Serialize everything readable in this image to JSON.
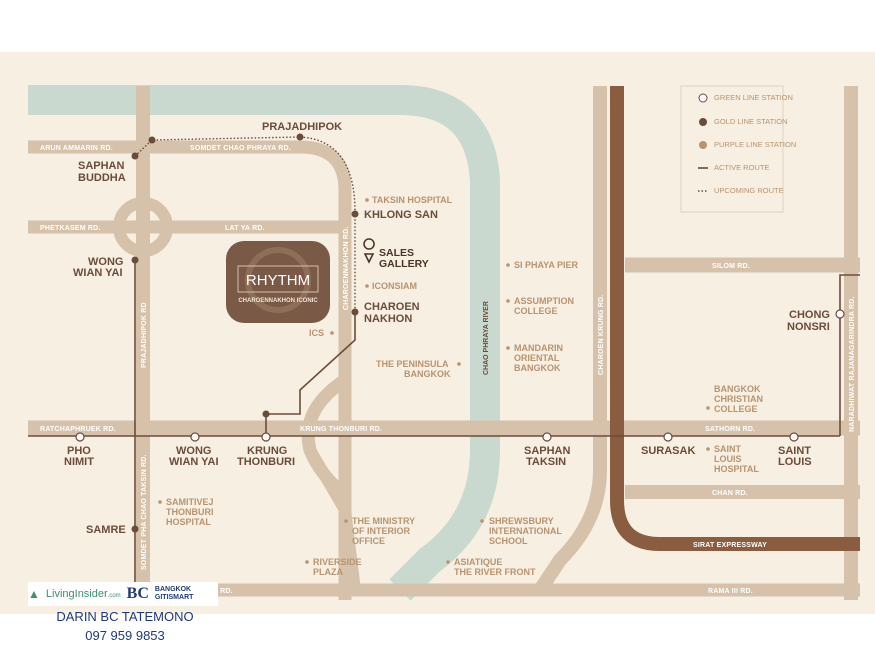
{
  "colors": {
    "background": "#f6efe2",
    "road": "#d6c2aa",
    "river": "#c9d9cf",
    "active_route": "#8a5c40",
    "gold_line": "#6b4c3a",
    "purple_line": "#b8936f",
    "project_badge": "#7a5a46",
    "footer_text": "#1f3a7a"
  },
  "project": {
    "name": "RHYTHM",
    "subtitle": "CHAROENNAKHON ICONIC"
  },
  "sales_gallery": "SALES\nGALLERY",
  "legend": [
    {
      "type": "green-station",
      "label": "GREEN LINE STATION"
    },
    {
      "type": "gold-station",
      "label": "GOLD LINE STATION"
    },
    {
      "type": "purple-station",
      "label": "PURPLE LINE STATION"
    },
    {
      "type": "active-route",
      "label": "ACTIVE ROUTE"
    },
    {
      "type": "upcoming-route",
      "label": "UPCOMING ROUTE"
    }
  ],
  "roads": [
    "ARUN AMMARIN RD.",
    "SOMDET CHAO PHRAYA RD.",
    "PHETKASEM RD.",
    "LAT YA RD.",
    "CHAROENNAKHON RD.",
    "PRAJADHIPOK RD",
    "RATCHAPHRUEK RD.",
    "KRUNG THONBURI RD.",
    "SATHORN RD.",
    "SILOM RD.",
    "CHAN RD.",
    "SIRAT EXPRESSWAY",
    "RAMA III RD.",
    "CHAROEN KRUNG RD.",
    "NARADHIWAT RAJANAGARINDRA RD.",
    "SOMDET PHA CHAO TAKSIN RD.",
    "RATCHADAPHISEK RD."
  ],
  "river": "CHAO PHRAYA RIVER",
  "stations": {
    "prajadhipok": "PRAJADHIPOK",
    "saphan_buddha": [
      "SAPHAN",
      "BUDDHA"
    ],
    "khlong_san": "KHLONG SAN",
    "wong_wian_yai": [
      "WONG",
      "WIAN YAI"
    ],
    "charoen_nakhon": [
      "CHAROEN",
      "NAKHON"
    ],
    "chong_nonsri": [
      "CHONG",
      "NONSRI"
    ],
    "pho_nimit": [
      "PHO",
      "NIMIT"
    ],
    "wong_wian_yai_2": [
      "WONG",
      "WIAN YAI"
    ],
    "krung_thonburi": [
      "KRUNG",
      "THONBURI"
    ],
    "saphan_taksin": [
      "SAPHAN",
      "TAKSIN"
    ],
    "surasak": "SURASAK",
    "saint_louis": [
      "SAINT",
      "LOUIS"
    ],
    "samre": "SAMRE"
  },
  "pois": {
    "taksin_hospital": "TAKSIN HOSPITAL",
    "iconsiam": "ICONSIAM",
    "ics": "ICS",
    "si_phaya_pier": "SI PHAYA PIER",
    "assumption": [
      "ASSUMPTION",
      "COLLEGE"
    ],
    "mandarin": [
      "MANDARIN",
      "ORIENTAL",
      "BANGKOK"
    ],
    "peninsula": [
      "THE PENINSULA",
      "BANGKOK"
    ],
    "bcc": [
      "BANGKOK",
      "CHRISTIAN",
      "COLLEGE"
    ],
    "saint_louis_hospital": [
      "SAINT",
      "LOUIS",
      "HOSPITAL"
    ],
    "samitivej": [
      "SAMITIVEJ",
      "THONBURI",
      "HOSPITAL"
    ],
    "ministry": [
      "THE MINISTRY",
      "OF INTERIOR",
      "OFFICE"
    ],
    "shrewsbury": [
      "SHREWSBURY",
      "INTERNATIONAL",
      "SCHOOL"
    ],
    "riverside": [
      "RIVERSIDE",
      "PLAZA"
    ],
    "asiatique": [
      "ASIATIQUE",
      "THE RIVER FRONT"
    ]
  },
  "branding": {
    "living_insider": "LivingInsider",
    "living_insider_suffix": ".com",
    "bc_mark": "BC",
    "bangkok_gitismart": [
      "BANGKOK",
      "GITISMART"
    ]
  },
  "footer": {
    "company": "DARIN BC TATEMONO",
    "phone": "097 959 9853"
  }
}
